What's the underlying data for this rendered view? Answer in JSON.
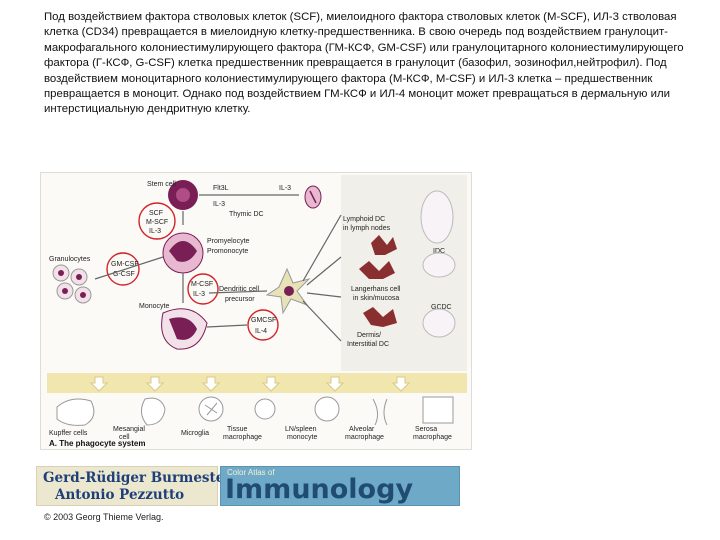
{
  "paragraph": "Под воздействием фактора стволовых клеток (SCF), миелоидного фактора стволовых клеток (M-SCF), ИЛ-3 стволовая клетка (CD34) превращается в миелоидную клетку-предшественника. В свою очередь под воздействием гранулоцит-макрофагального колониестимулирующего фактора (ГМ-КСФ, GM-CSF) или гранулоцитарного колониестимулирующего фактора (Г-КСФ, G-CSF) клетка предшественник превращается в гранулоцит (базофил, эозинофил,нейтрофил). Под воздействием моноцитарного колониестимулирующего фактора (М-КСФ, M-CSF) и ИЛ-3 клетка – предшественник превращается в моноцит. Однако под воздействием ГМ-КСФ и ИЛ-4 моноцит может превращаться в дермальную или интерстициальную дендритную клетку.",
  "figure": {
    "stem_cell": "Stem cell",
    "flt3l": "Flt3L",
    "il3_a": "IL-3",
    "thymic_dc": "Thymic DC",
    "il3_b": "IL-3",
    "scf": "SCF",
    "mscf": "M-SCF",
    "il3_c": "IL-3",
    "promyelocyte": "Promyelocyte",
    "promonocyte": "Promonocyte",
    "granulocytes": "Granulocytes",
    "gmcsf_a": "GM-CSF",
    "gcsf": "G-CSF",
    "mcsf": "M-CSF",
    "il3_d": "IL-3",
    "monocyte": "Monocyte",
    "dendritic_precursor_1": "Dendritic cell",
    "dendritic_precursor_2": "precursor",
    "gmcsf_b": "GMCSF",
    "il4": "IL-4",
    "lymphoid_dc_1": "Lymphoid DC",
    "lymphoid_dc_2": "in lymph nodes",
    "idc": "IDC",
    "langerhans_1": "Langerhans cell",
    "langerhans_2": "in skin/mucosa",
    "gcdc": "GCDC",
    "dermis_1": "Dermis/",
    "dermis_2": "Interstitial DC",
    "kupffer": "Kupffer cells",
    "mesangial_1": "Mesangial",
    "mesangial_2": "cell",
    "microglia": "Microglia",
    "tissue_1": "Tissue",
    "tissue_2": "macrophage",
    "ln_1": "LN/spleen",
    "ln_2": "monocyte",
    "alveolar_1": "Alveolar",
    "alveolar_2": "macrophage",
    "serosa_1": "Serosa",
    "serosa_2": "macrophage",
    "caption": "A. The phagocyte system"
  },
  "book": {
    "author1": "Gerd-Rüdiger Burmester",
    "author2": "Antonio Pezzutto",
    "series": "Color Atlas of",
    "title": "Immunology",
    "copyright": "© 2003 Georg Thieme Verlag."
  },
  "colors": {
    "circle_red": "#d2232a",
    "cell_purple": "#7a1f56",
    "cell_pink": "#e7b8cf",
    "arrow_gray": "#666666",
    "band_yellow": "#f1e6ad"
  }
}
